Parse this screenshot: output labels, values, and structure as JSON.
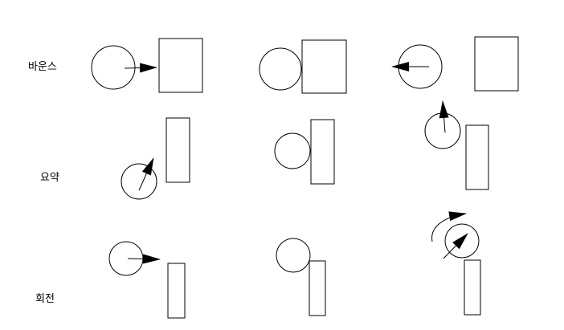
{
  "labels": {
    "bounce": "바운스",
    "summary": "요약",
    "rotate": "회전"
  },
  "colors": {
    "stroke": "#000000",
    "fill": "#ffffff",
    "background": "#ffffff"
  }
}
